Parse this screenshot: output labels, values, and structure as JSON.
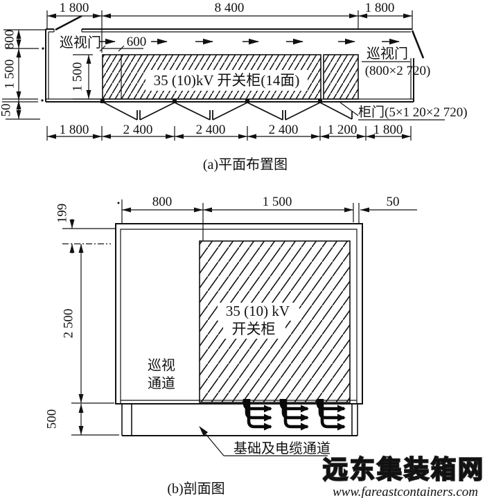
{
  "plan": {
    "caption": "(a)平面布置图",
    "top_dims": [
      "1 800",
      "8 400",
      "1 800"
    ],
    "left_dims": [
      "800",
      "1 500",
      "50"
    ],
    "bottom_dims": [
      "1 800",
      "2 400",
      "2 400",
      "2 400",
      "1 200",
      "1 800"
    ],
    "inner_dims": {
      "panel_width": "600",
      "cabinet_depth": "1 500"
    },
    "labels": {
      "patrol_door_left": "巡视门",
      "patrol_door_right": "巡视门",
      "patrol_door_right_size": "(800×2 720)",
      "cabinet": "35 (10)kV 开关柜(14面)",
      "cabinet_door_note": "柜门(5×1 20×2 720)"
    }
  },
  "section": {
    "caption": "(b)剖面图",
    "top_dims": [
      "800",
      "1 500",
      "50"
    ],
    "left_dims": [
      "199",
      "2 500",
      "500"
    ],
    "labels": {
      "cabinet_line1": "35 (10) kV",
      "cabinet_line2": "开关柜",
      "passage_line1": "巡视",
      "passage_line2": "通道",
      "foundation": "基础及电缆通道"
    }
  },
  "watermark": {
    "site_name": "远东集装箱网",
    "site_url": "www.fareastcontainers.com"
  },
  "colors": {
    "ink": "#111111",
    "background": "#ffffff"
  }
}
